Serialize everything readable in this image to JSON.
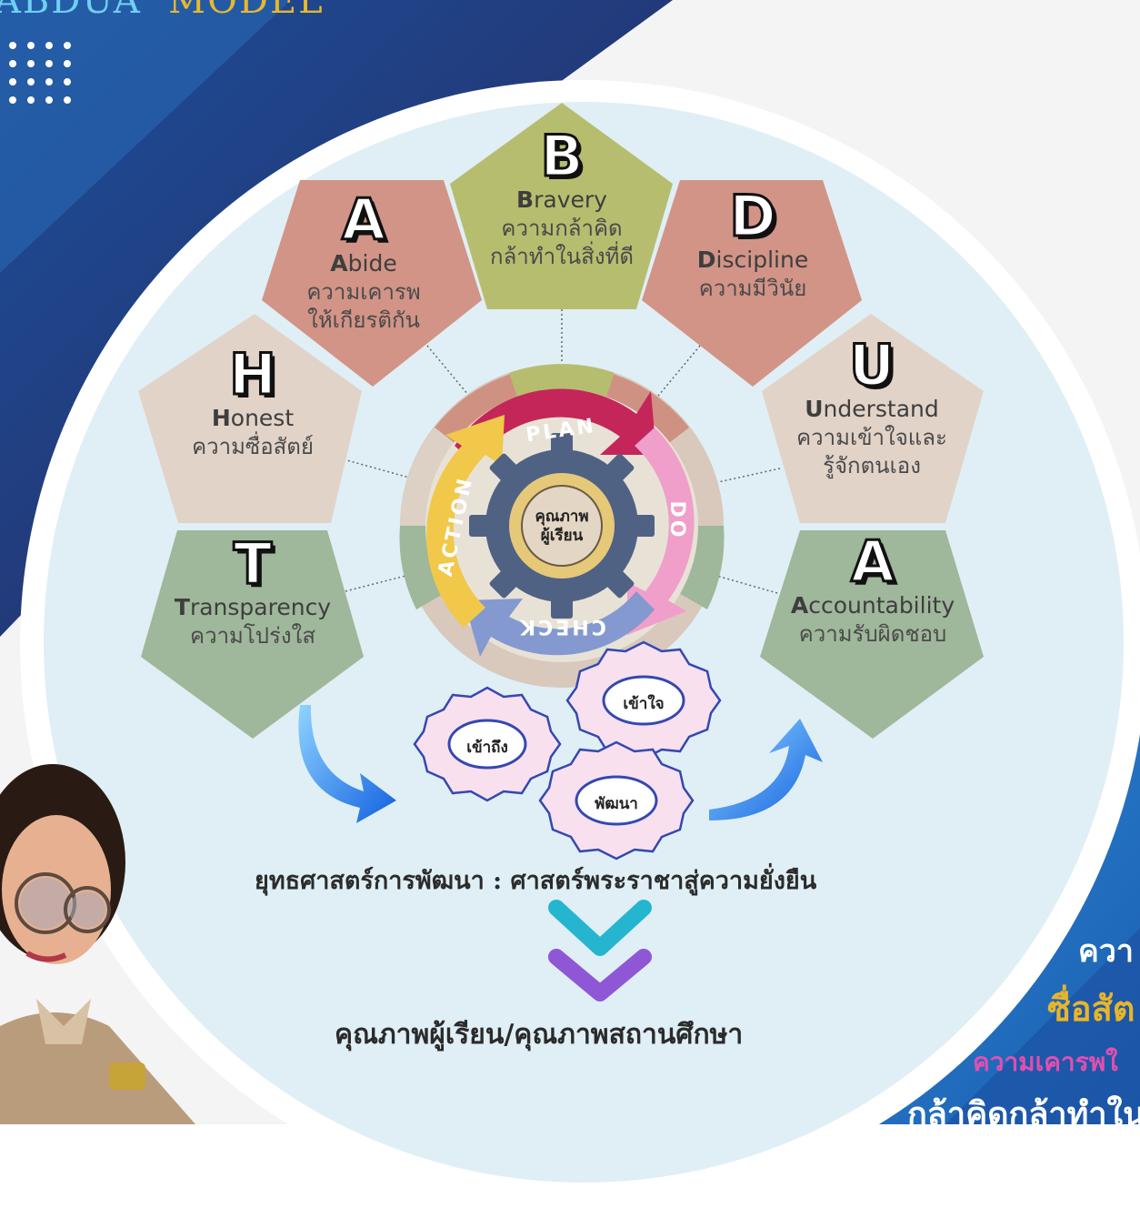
{
  "header": {
    "title_part1": "ABDUA",
    "title_part2": "MODEL"
  },
  "colors": {
    "navy": "#1f3a73",
    "blue": "#1d78c5",
    "accent_gold": "#e6b830",
    "pink": "#e05bb5"
  },
  "elements": [
    {
      "letter": "B",
      "name_en_first": "B",
      "name_en_rest": "ravery",
      "name_th_1": "ความกล้าคิด",
      "name_th_2": "กล้าทำในสิ่งที่ดี",
      "color": "#b7bd6e"
    },
    {
      "letter": "A",
      "name_en_first": "A",
      "name_en_rest": "bide",
      "name_th_1": "ความเคารพ",
      "name_th_2": "ให้เกียรติกัน",
      "color": "#d29487"
    },
    {
      "letter": "D",
      "name_en_first": "D",
      "name_en_rest": "iscipline",
      "name_th_1": "ความมีวินัย",
      "name_th_2": "",
      "color": "#d29487"
    },
    {
      "letter": "H",
      "name_en_first": "H",
      "name_en_rest": "onest",
      "name_th_1": "ความซื่อสัตย์",
      "name_th_2": "",
      "color": "#e2d3c8"
    },
    {
      "letter": "U",
      "name_en_first": "U",
      "name_en_rest": "nderstand",
      "name_th_1": "ความเข้าใจและ",
      "name_th_2": "รู้จักตนเอง",
      "color": "#e2d3c8"
    },
    {
      "letter": "T",
      "name_en_first": "T",
      "name_en_rest": "ransparency",
      "name_th_1": "ความโปร่งใส",
      "name_th_2": "",
      "color": "#9fb79a"
    },
    {
      "letter": "A",
      "name_en_first": "A",
      "name_en_rest": "ccountability",
      "name_th_1": "ความรับผิดชอบ",
      "name_th_2": "",
      "color": "#9fb79a"
    }
  ],
  "cycle": {
    "plan": "PLAN",
    "do": "DO",
    "check": "CHECK",
    "action": "ACTION",
    "center_1": "คุณภาพ",
    "center_2": "ผู้เรียน"
  },
  "gears": {
    "g1": "เข้าถึง",
    "g2": "เข้าใจ",
    "g3": "พัฒนา"
  },
  "strategy": "ยุทธศาสตร์การพัฒนา : ศาสตร์พระราชาสู่ความยั่งยืน",
  "outcome": "คุณภาพผู้เรียน/คุณภาพสถานศึกษา",
  "right_text": {
    "line1": "ควา",
    "line2": "ซื่อสัต",
    "line3": "ความเคารพใ",
    "line4": "กล้าคิดกล้าทำใน"
  }
}
